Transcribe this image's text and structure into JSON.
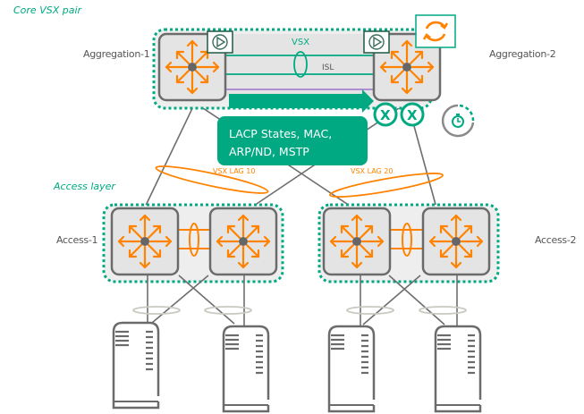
{
  "colors": {
    "accent": "#01a982",
    "orange": "#ff8300",
    "switch_border": "#6b6b6b",
    "switch_fill": "#e4e4e4",
    "isl_purple": "#8c5cc7",
    "link_gray": "#6e6e6e"
  },
  "core": {
    "group_label": "Core VSX pair",
    "aggregation_1": "Aggregation-1",
    "aggregation_2": "Aggregation-2",
    "vsx_label": "VSX",
    "isl_label": "ISL",
    "sync_box_line1": "LACP States, MAC,",
    "sync_box_line2": "ARP/ND, MSTP",
    "icons": [
      "play-icon",
      "play-icon",
      "sync-icon",
      "failed-link-icon",
      "failed-link-icon",
      "timer-icon"
    ]
  },
  "lags": {
    "lag_10": "VSX LAG 10",
    "lag_20": "VSX LAG 20"
  },
  "access": {
    "group_label": "Access layer",
    "access_1": "Access-1",
    "access_2": "Access-2"
  },
  "servers": [
    "server",
    "server",
    "server",
    "server"
  ]
}
